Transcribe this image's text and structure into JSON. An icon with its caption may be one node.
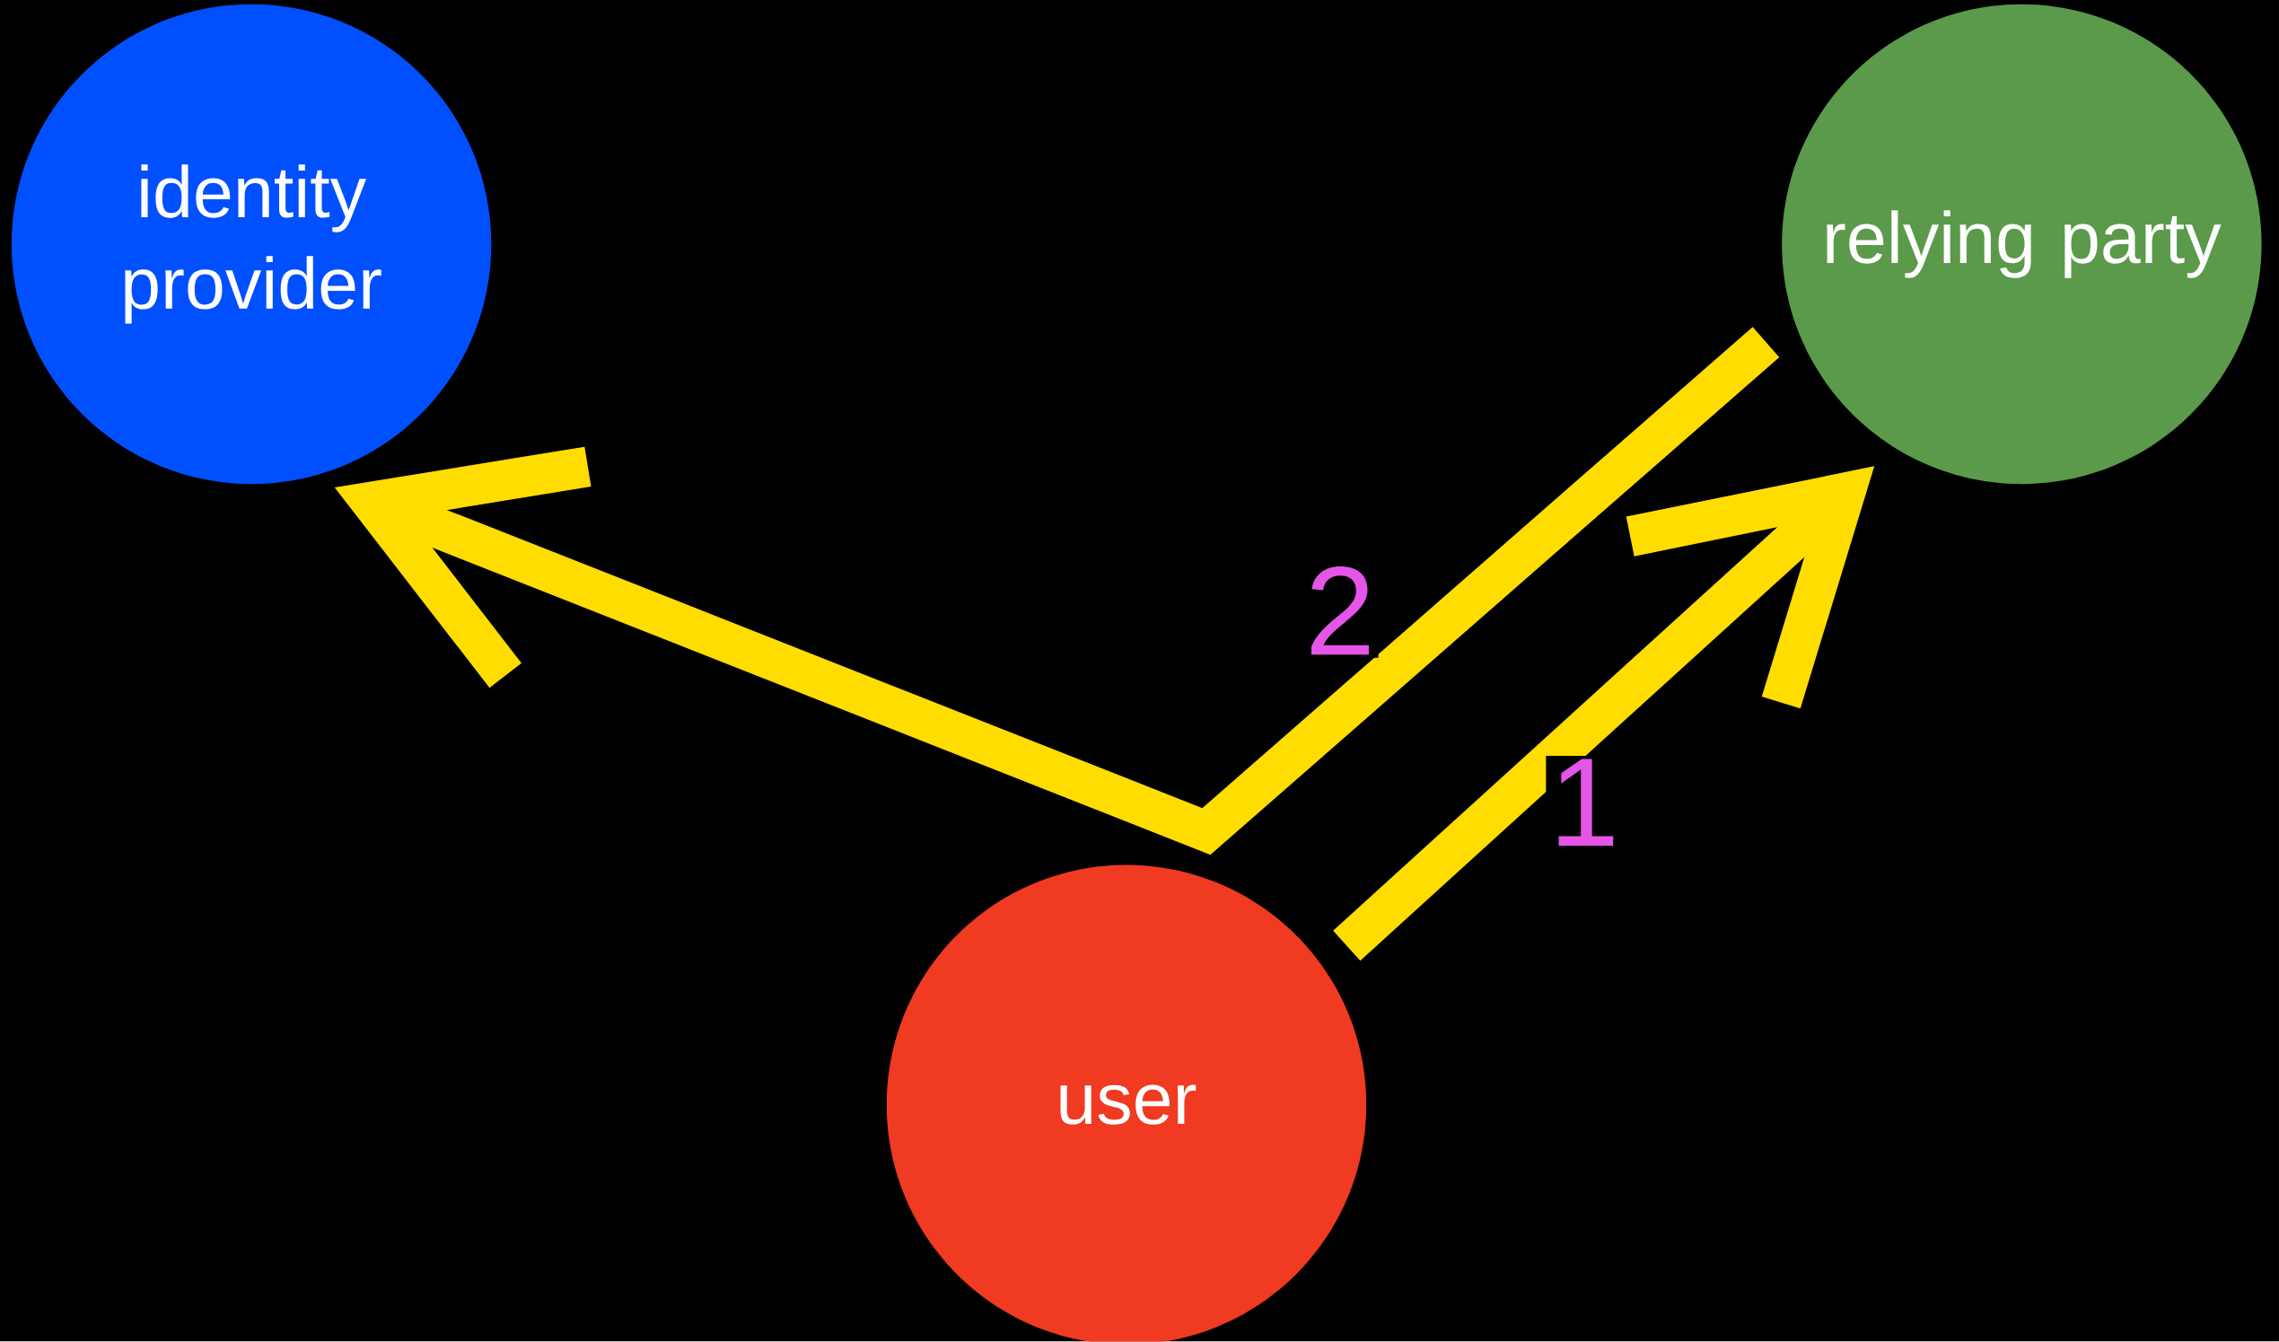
{
  "diagram": {
    "nodes": [
      {
        "text": [
          "identity provider"
        ]
      },
      {
        "text": [
          "relying party"
        ]
      },
      {
        "text": [
          "user"
        ]
      }
    ],
    "edges": [
      {
        "from": 2,
        "to": 1,
        "arrow": "to",
        "label": "1"
      },
      {
        "from": 1,
        "to": 0,
        "arrow": "to",
        "label": "2"
      }
    ]
  }
}
